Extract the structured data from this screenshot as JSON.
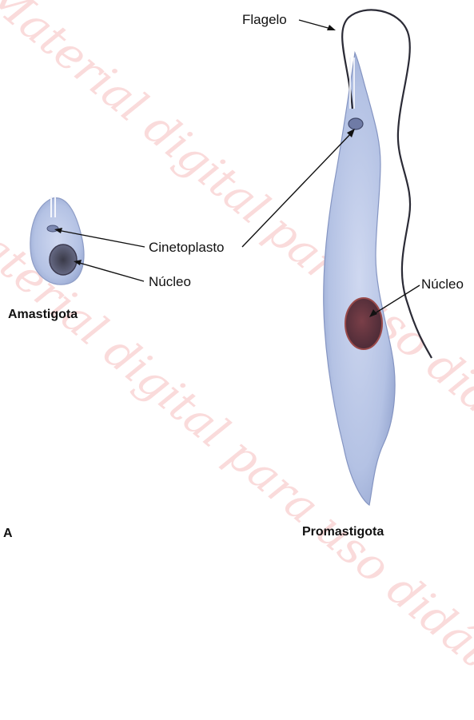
{
  "labels": {
    "flagelo": "Flagelo",
    "cinetoplasto": "Cinetoplasto",
    "nucleo_left": "Núcleo",
    "nucleo_right": "Núcleo",
    "amastigota": "Amastigota",
    "promastigota": "Promastigota",
    "panel": "A"
  },
  "watermark": {
    "line1": "Material digital para uso didático",
    "line2": "Material digital para uso didático"
  },
  "colors": {
    "cell_body": "#b9c6e6",
    "cell_shadow": "#93a4cf",
    "nucleus": "#6e3d45",
    "nucleus_rim": "#8a4b4b",
    "watermark": "#e65a5a"
  }
}
